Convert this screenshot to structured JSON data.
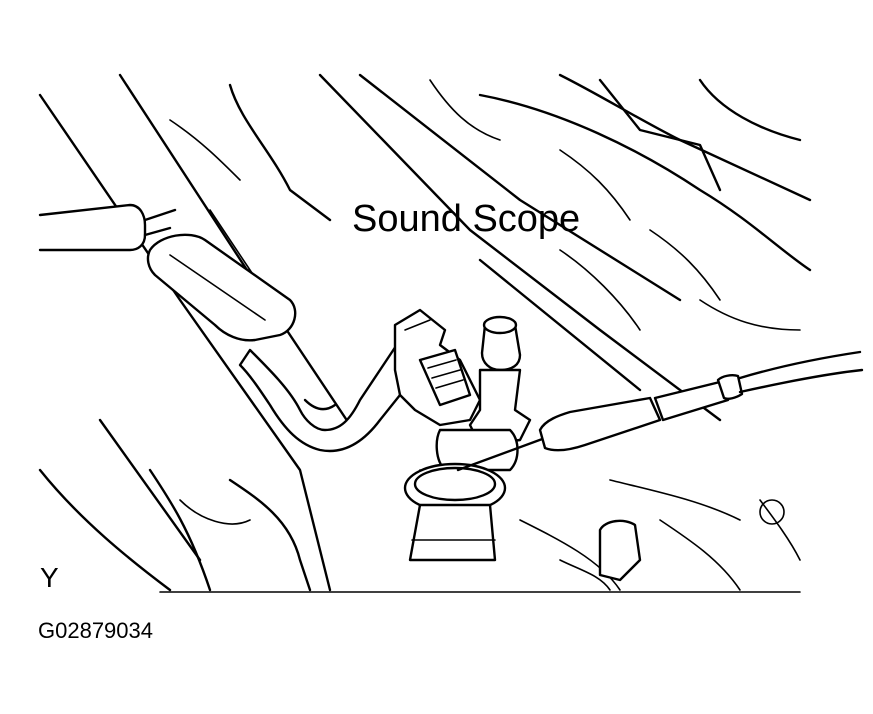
{
  "callout": {
    "text": "Sound Scope"
  },
  "view_letter": "Y",
  "figure_code": "G02879034",
  "colors": {
    "ink": "#000000",
    "paper": "#ffffff"
  }
}
